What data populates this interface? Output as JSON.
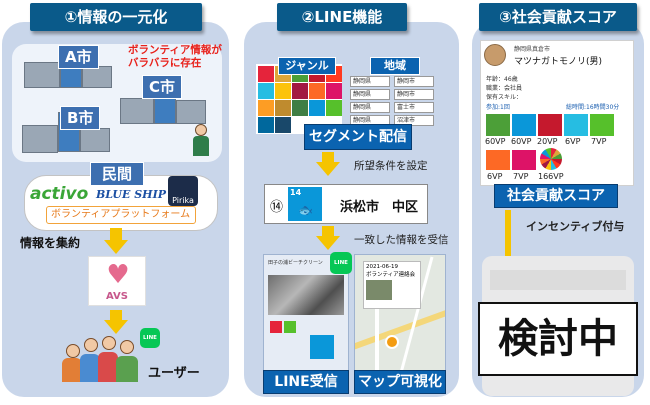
{
  "panel1": {
    "title": "①情報の一元化",
    "city_a": "A市",
    "city_b": "B市",
    "city_c": "C市",
    "warning": "ボランティア情報がバラバラに存在",
    "private_label": "民間",
    "brand_activo": "activo",
    "brand_blueship": "BLUE SHIP",
    "brand_pirika": "Pirika",
    "brand_platform": "ボランティアプラットフォーム",
    "collect_label": "情報を集約",
    "avs_label": "AVS",
    "user_label": "ユーザー",
    "line_badge": "LINE"
  },
  "panel2": {
    "title": "②LINE機能",
    "genre_tab": "ジャンル",
    "region_tab": "地域",
    "dropdowns": [
      [
        "静岡県",
        "静岡市"
      ],
      [
        "静岡県",
        "静岡市"
      ],
      [
        "静岡県",
        "富士市"
      ],
      [
        "静岡県",
        "沼津市"
      ]
    ],
    "segment_button": "セグメント配信",
    "condition_text": "所望条件を設定",
    "circle_num": "⑭",
    "sdg_num": "14",
    "location_text": "浜松市　中区",
    "receive_text": "一致した情報を受信",
    "card_title": "田子の浦ビーチクリーン",
    "map_date": "2021-06-19",
    "map_event": "ボランティア連絡会",
    "line_receive_btn": "LINE受信",
    "map_btn": "マップ可視化",
    "line_badge": "LINE"
  },
  "panel3": {
    "title": "③社会貢献スコア",
    "profile_small": "静岡県真倉市",
    "profile_name": "マツナガトモノリ(男)",
    "profile_rows": [
      "年齢：46歳",
      "職業：会社員",
      "保有スキル："
    ],
    "stats_left": "参加:1回",
    "stats_right": "総時間:16時間30分",
    "vp_row1": [
      "60VP",
      "60VP",
      "20VP",
      "6VP",
      "7VP"
    ],
    "vp_row2": [
      "6VP",
      "7VP",
      "166VP"
    ],
    "score_button": "社会貢献スコア",
    "incentive_text": "インセンティブ付与",
    "review_text": "検討中"
  },
  "colors": {
    "panel_bg": "#c9d6ea",
    "header": "#0a5a8a",
    "blue_button": "#0b63b0",
    "arrow": "#f5c400",
    "warning_red": "#e8221c"
  }
}
